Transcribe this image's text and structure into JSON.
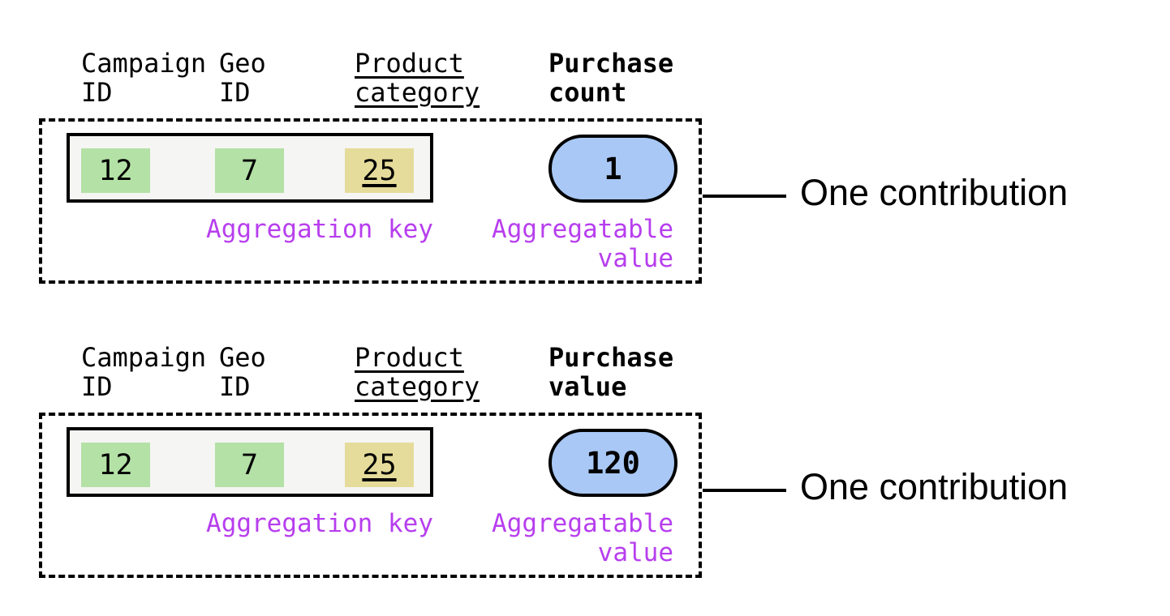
{
  "colors": {
    "key_green": "#b4e1a6",
    "key_yellow": "#e5dc9b",
    "value_blue": "#a9c8f5",
    "label_purple": "#b73eee",
    "record_bg": "#f5f5f4",
    "ink": "#000000"
  },
  "contributions": [
    {
      "headers": [
        {
          "line1": "Campaign",
          "line2": "ID"
        },
        {
          "line1": "Geo",
          "line2": "ID"
        },
        {
          "line1": "Product",
          "line2": "category"
        },
        {
          "line1": "Purchase",
          "line2": "count"
        }
      ],
      "record": {
        "campaign_id": "12",
        "geo_id": "7",
        "product_category": "25"
      },
      "aggregatable_value": "1",
      "labels": {
        "aggregation_key": "Aggregation key",
        "aggregatable_line1": "Aggregatable",
        "aggregatable_line2": "value"
      },
      "callout": "One contribution"
    },
    {
      "headers": [
        {
          "line1": "Campaign",
          "line2": "ID"
        },
        {
          "line1": "Geo",
          "line2": "ID"
        },
        {
          "line1": "Product",
          "line2": "category"
        },
        {
          "line1": "Purchase",
          "line2": "value"
        }
      ],
      "record": {
        "campaign_id": "12",
        "geo_id": "7",
        "product_category": "25"
      },
      "aggregatable_value": "120",
      "labels": {
        "aggregation_key": "Aggregation key",
        "aggregatable_line1": "Aggregatable",
        "aggregatable_line2": "value"
      },
      "callout": "One contribution"
    }
  ]
}
